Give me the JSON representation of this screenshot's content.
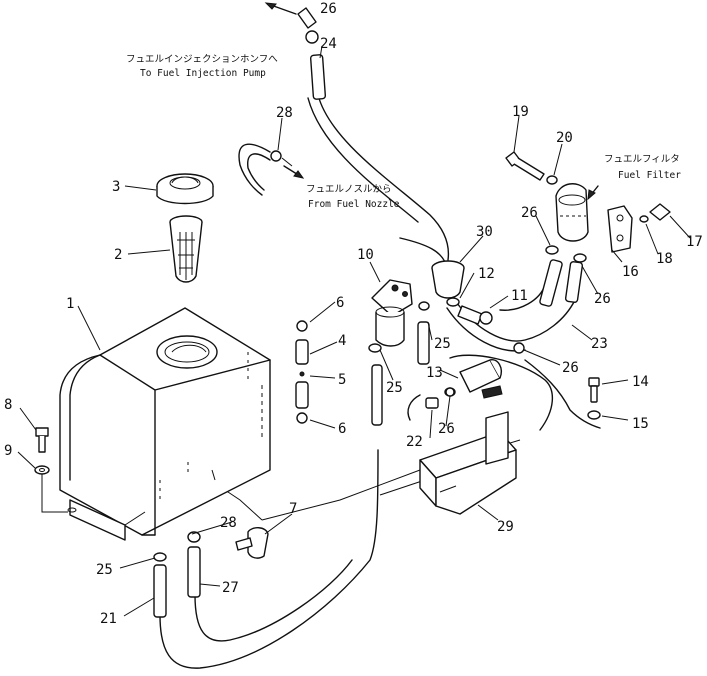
{
  "callouts": {
    "c1": "1",
    "c2": "2",
    "c3": "3",
    "c4": "4",
    "c5": "5",
    "c6a": "6",
    "c6b": "6",
    "c7": "7",
    "c8": "8",
    "c9": "9",
    "c10": "10",
    "c11": "11",
    "c12": "12",
    "c13": "13",
    "c14": "14",
    "c15": "15",
    "c16": "16",
    "c17": "17",
    "c18": "18",
    "c19": "19",
    "c20": "20",
    "c21": "21",
    "c22": "22",
    "c23": "23",
    "c24": "24",
    "c25a": "25",
    "c25b": "25",
    "c25c": "25",
    "c26a": "26",
    "c26b": "26",
    "c26c": "26",
    "c26d": "26",
    "c26e": "26",
    "c27": "27",
    "c28a": "28",
    "c28b": "28",
    "c29": "29",
    "c30": "30"
  },
  "notes": {
    "pump_jp": "フュエルインジェクションホンフへ",
    "pump_en": "To Fuel Injection Pump",
    "nozzle_jp": "フュエルノスルから",
    "nozzle_en": "From Fuel Nozzle",
    "filter_jp": "フュエルフィルタ",
    "filter_en": "Fuel Filter"
  }
}
